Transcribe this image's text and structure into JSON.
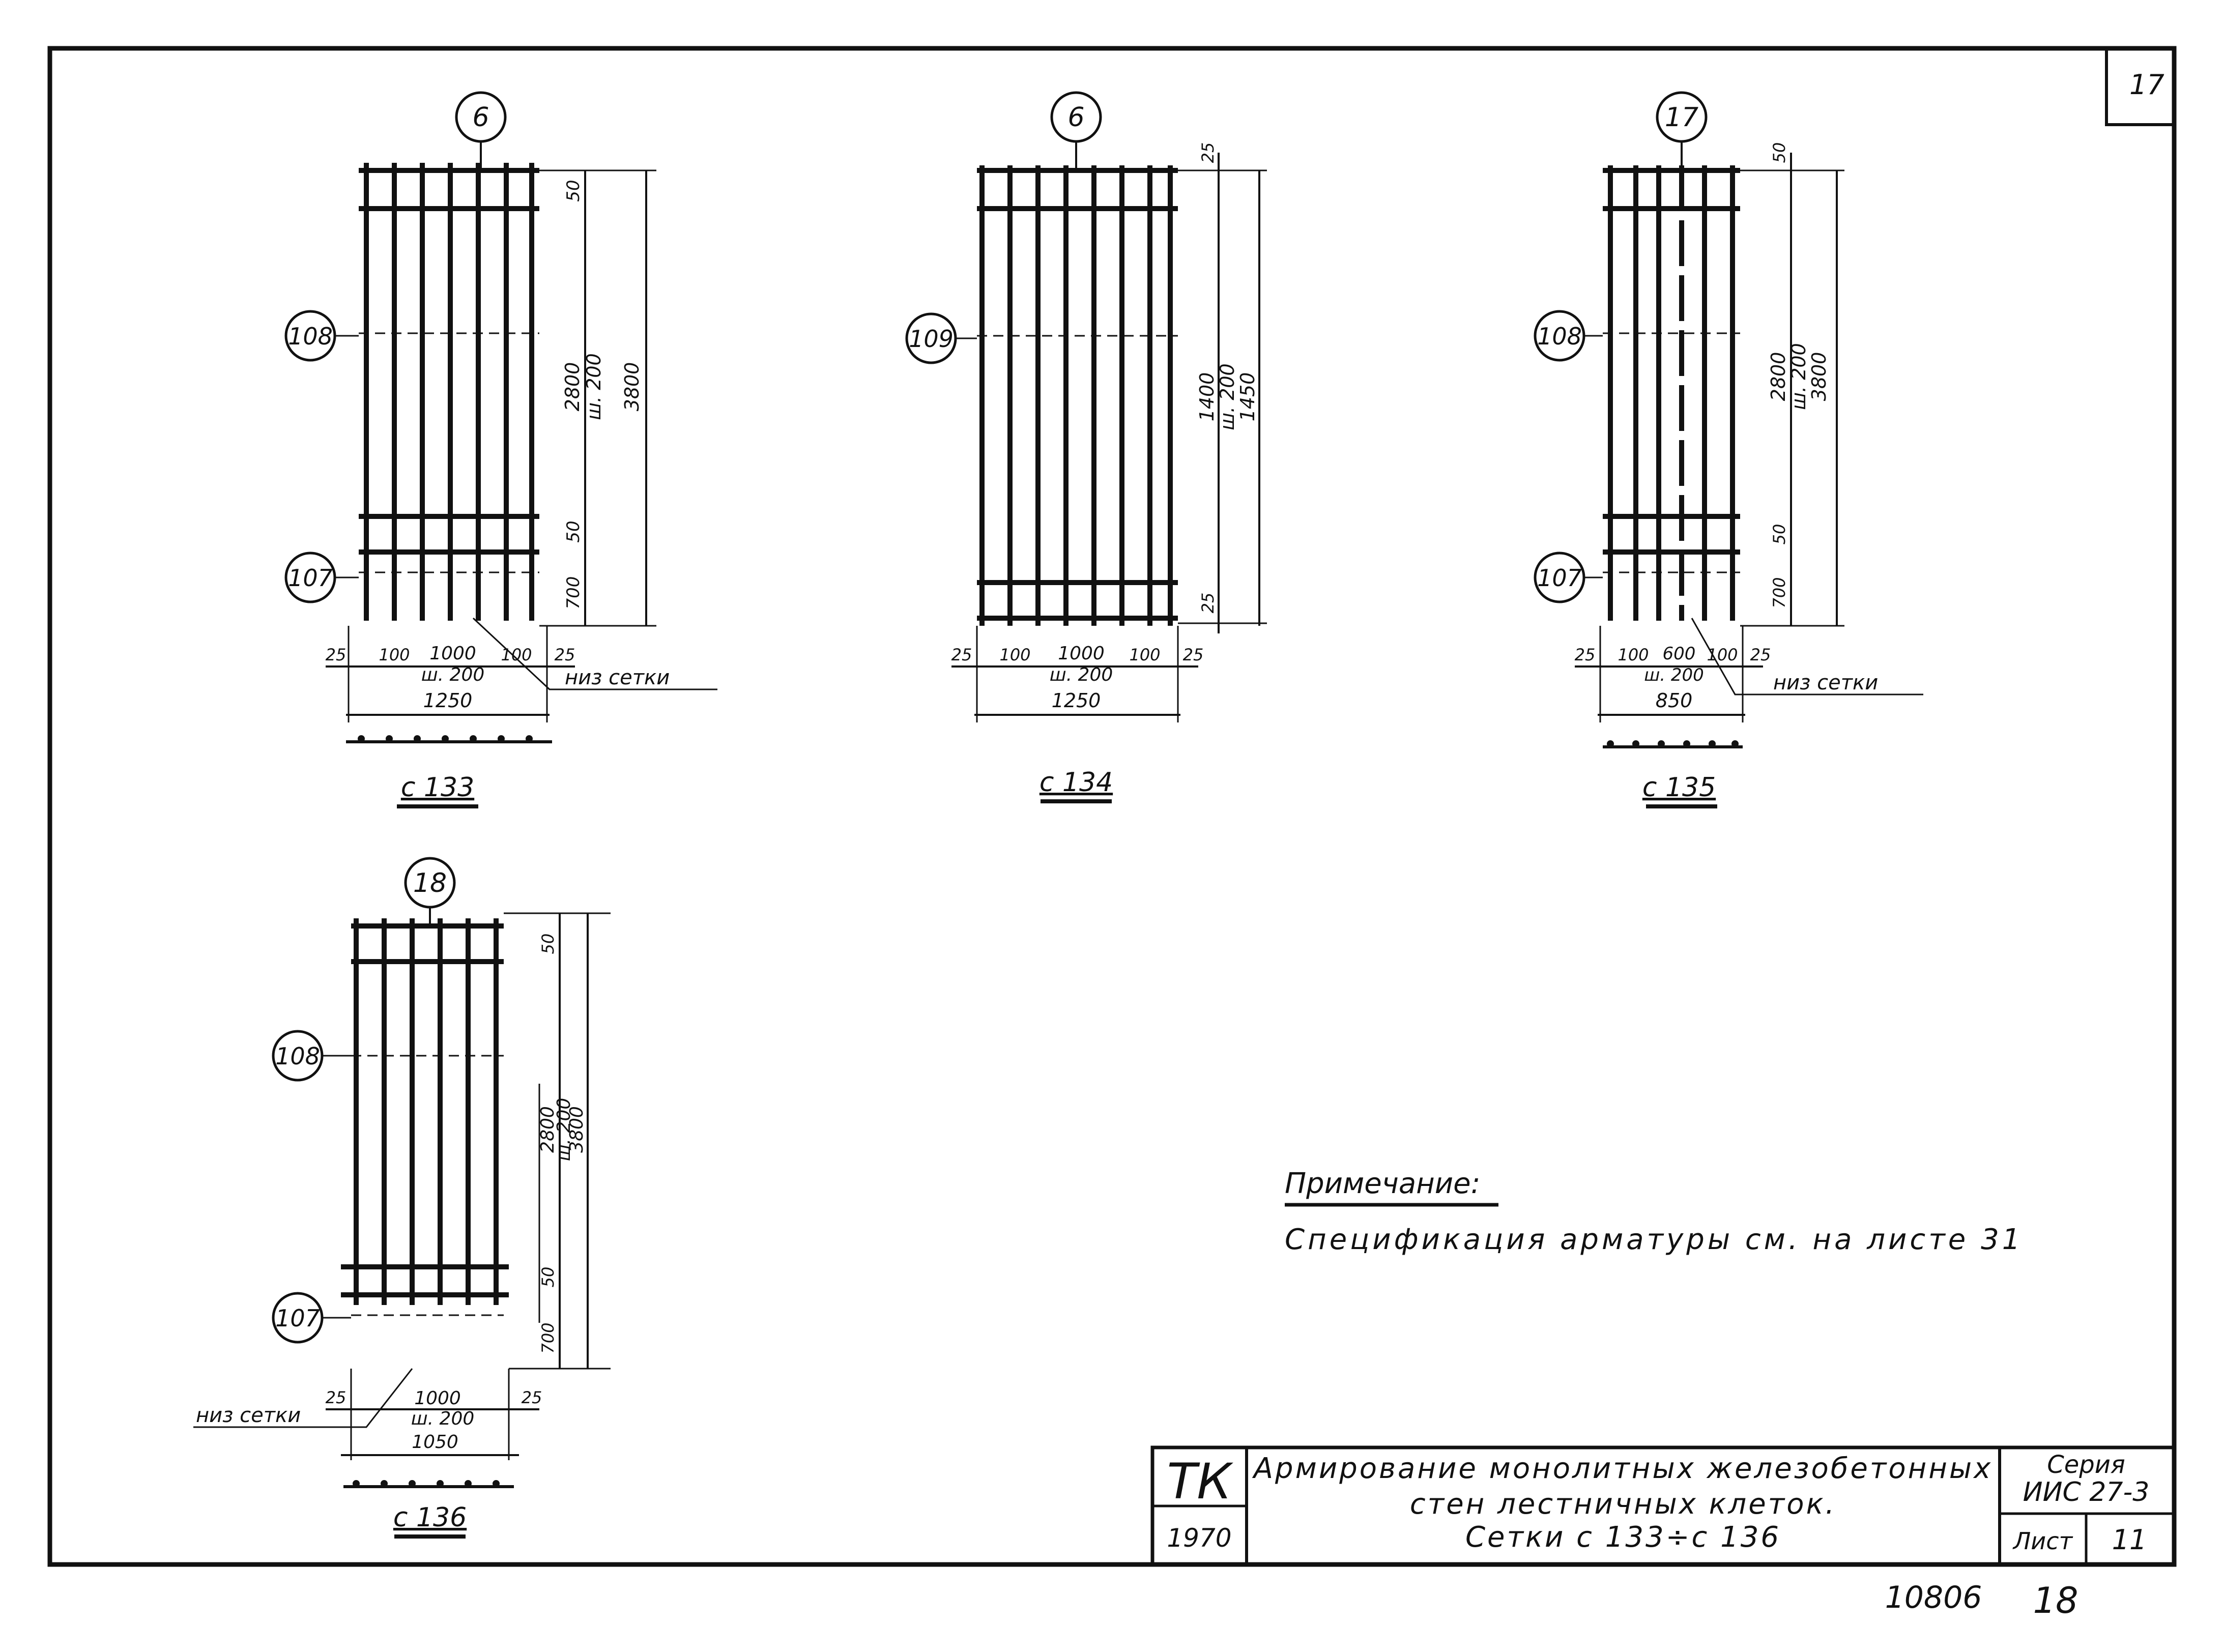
{
  "sheet": {
    "corner_number": "17",
    "bottom_number": "10806",
    "bottom_page": "18"
  },
  "meshes": [
    {
      "label": "с 133",
      "callout_top": "6",
      "callout_mid": "108",
      "callout_bottom": "107",
      "v_dims": [
        "50",
        "2800",
        "ш. 200",
        "3800",
        "50",
        "700"
      ],
      "h_dims": [
        "25",
        "100",
        "1000",
        "ш. 200",
        "100",
        "25",
        "1250"
      ],
      "note": "низ сетки"
    },
    {
      "label": "с 134",
      "callout_top": "6",
      "callout_mid": "109",
      "v_dims": [
        "25",
        "1400",
        "ш. 200",
        "1450",
        "25"
      ],
      "h_dims": [
        "25",
        "100",
        "1000",
        "ш. 200",
        "100",
        "25",
        "1250"
      ]
    },
    {
      "label": "с 135",
      "callout_top": "17",
      "callout_mid": "108",
      "callout_bottom": "107",
      "v_dims": [
        "50",
        "2800",
        "ш. 200",
        "3800",
        "50",
        "700"
      ],
      "h_dims": [
        "25",
        "100",
        "600",
        "ш. 200",
        "100",
        "25",
        "850"
      ],
      "note": "низ сетки"
    },
    {
      "label": "с 136",
      "callout_top": "18",
      "callout_mid": "108",
      "callout_bottom": "107",
      "v_dims": [
        "50",
        "2800",
        "ш. 200",
        "3800",
        "50",
        "700"
      ],
      "h_dims": [
        "25",
        "1000",
        "ш. 200",
        "25",
        "1050"
      ],
      "note": "низ сетки"
    }
  ],
  "note": {
    "title": "Примечание:",
    "text": "Спецификация арматуры см. на листе 31"
  },
  "title_block": {
    "org": "ТК",
    "year": "1970",
    "title_line1": "Армирование монолитных железобетонных",
    "title_line2": "стен лестничных клеток.",
    "title_line3": "Сетки с 133÷с 136",
    "series_label": "Серия",
    "series_value": "ИИС 27-3",
    "sheet_label": "Лист",
    "sheet_value": "11"
  }
}
